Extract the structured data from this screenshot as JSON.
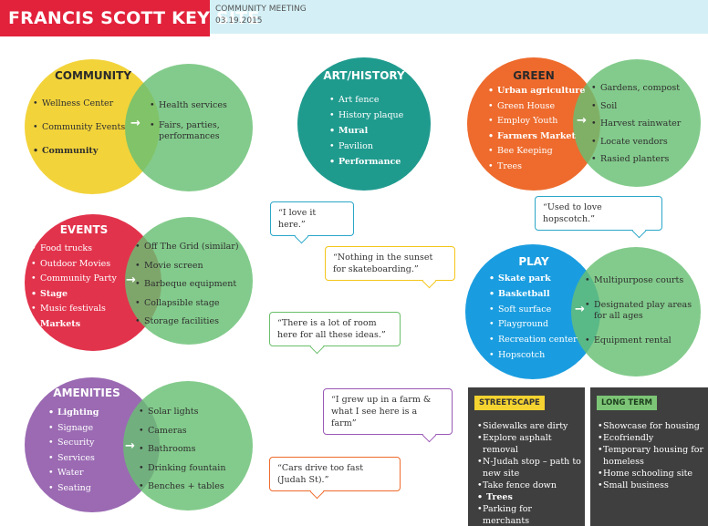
{
  "header": {
    "title": "FRANCIS SCOTT KEY SITE",
    "meeting": "COMMUNITY MEETING",
    "date": "03.19.2015"
  },
  "community": {
    "title": "COMMUNITY",
    "left": [
      "Wellness Center",
      "Community Events",
      "Community"
    ],
    "right": [
      "Health services",
      "Fairs, parties, performances"
    ],
    "colors": {
      "left": "#f2d33a",
      "right": "#68bf73"
    }
  },
  "art_history": {
    "title": "ART/HISTORY",
    "items": [
      "Art fence",
      "History plaque",
      "Mural",
      "Pavilion",
      "Performance"
    ],
    "color": "#1f9b8e"
  },
  "green": {
    "title": "GREEN",
    "left": [
      "Urban agriculture",
      "Green House",
      "Employ Youth",
      "Farmers Market",
      "Bee Keeping",
      "Trees"
    ],
    "right": [
      "Gardens, compost",
      "Soil",
      "Harvest rainwater",
      "Locate vendors",
      "Rasied planters"
    ],
    "colors": {
      "left": "#ee6b2d",
      "right": "#68bf73"
    }
  },
  "events": {
    "title": "EVENTS",
    "left": [
      "Food trucks",
      "Outdoor Movies",
      "Community Party",
      "Stage",
      "Music festivals",
      "Markets"
    ],
    "right": [
      "Off The Grid (similar)",
      "Movie screen",
      "Barbeque equipment",
      "Collapsible stage",
      "Storage facilities"
    ],
    "colors": {
      "left": "#e2334c",
      "right": "#68bf73"
    }
  },
  "play": {
    "title": "PLAY",
    "left": [
      "Skate park",
      "Basketball",
      "Soft surface",
      "Playground",
      "Recreation center",
      "Hopscotch"
    ],
    "right": [
      "Multipurpose courts",
      "Designated play areas for all ages",
      "Equipment rental"
    ],
    "colors": {
      "left": "#1a9de0",
      "right": "#68bf73"
    }
  },
  "amenities": {
    "title": "AMENITIES",
    "left": [
      "Lighting",
      "Signage",
      "Security",
      "Services",
      "Water",
      "Seating"
    ],
    "right": [
      "Solar lights",
      "Cameras",
      "Bathrooms",
      "Drinking fountain",
      "Benches + tables"
    ],
    "colors": {
      "left": "#9b6ab3",
      "right": "#68bf73"
    }
  },
  "arrow_glyph": "→",
  "quotes": [
    {
      "text": "“I love it here.”",
      "color": "#2aa7c9"
    },
    {
      "text": "“Used to love hopscotch.”",
      "color": "#2aa7c9"
    },
    {
      "text": "“Nothing in the sunset for skateboarding.”",
      "color": "#f5c518"
    },
    {
      "text": "“There is a lot of room here for all these ideas.”",
      "color": "#6abf69"
    },
    {
      "text": "“I grew up in a farm & what I see here is a farm”",
      "color": "#9b59b6"
    },
    {
      "text": "“Cars drive too fast (Judah St).”",
      "color": "#ee6b2d"
    }
  ],
  "streetscape": {
    "tag": "STREETSCAPE",
    "items": [
      "Sidewalks are dirty",
      "Explore asphalt removal",
      "N-Judah stop – path to new site",
      "Take fence down",
      "Trees",
      "Parking for merchants"
    ]
  },
  "long_term": {
    "tag": "LONG TERM",
    "items": [
      "Showcase for housing",
      "Ecofriendly",
      "Temporary housing for homeless",
      "Home schooling site",
      "Small business"
    ]
  }
}
